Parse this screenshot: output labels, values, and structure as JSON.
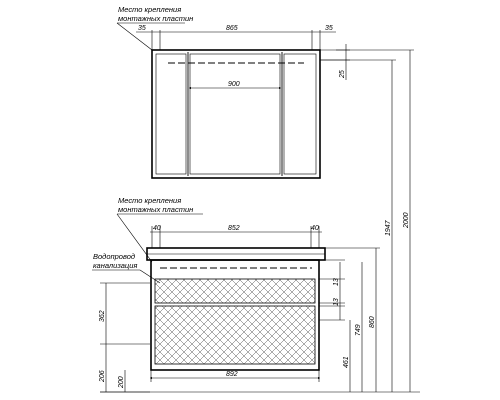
{
  "top_view": {
    "label_line1": "Место крепления",
    "label_line2": "монтажных пластин",
    "dim_left_edge": "35",
    "dim_between": "865",
    "dim_right_edge": "35",
    "dim_inner_width": "900",
    "dim_side_offset": "25"
  },
  "bottom_view": {
    "label_line1": "Место крепления",
    "label_line2": "монтажных пластин",
    "dim_left_edge": "40",
    "dim_between": "852",
    "dim_right_edge": "40",
    "dim_bottom_width": "892",
    "pipe_label_line1": "Водопровод",
    "pipe_label_line2": "канализация"
  },
  "vertical_dims": {
    "d362": "362",
    "d206": "206",
    "d200": "200",
    "d13a": "13",
    "d13b": "13",
    "d461": "461",
    "d749": "749",
    "d860": "860",
    "d1947": "1947",
    "d2000": "2000"
  }
}
